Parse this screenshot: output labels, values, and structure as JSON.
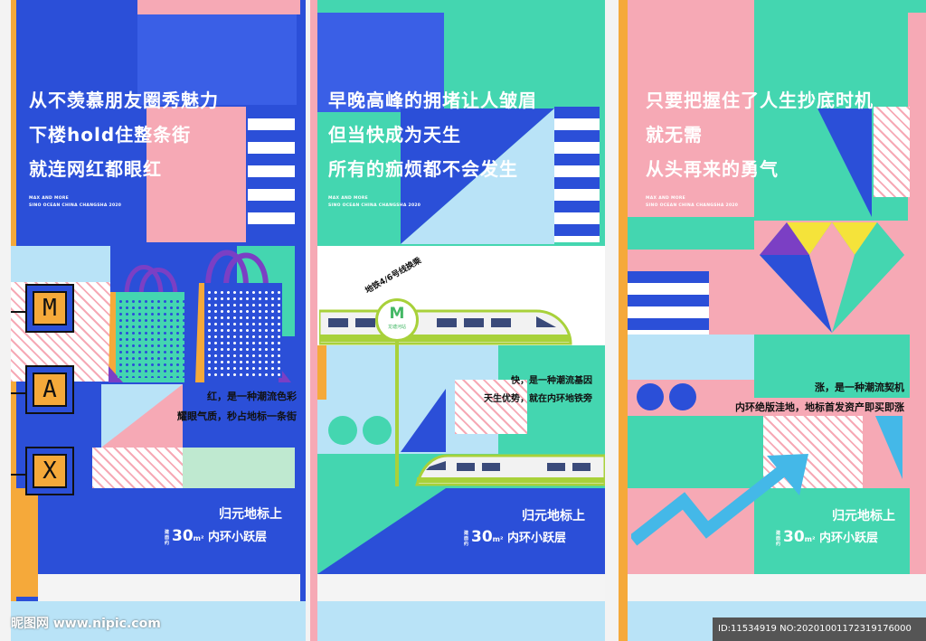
{
  "posters": [
    {
      "headline": [
        "从不羡慕朋友圈秀魅力",
        "下楼hold住整条街",
        "就连网红都眼红"
      ],
      "tagline": [
        "MAX AND MORE",
        "SINO OCEAN CHINA CHANGSHA 2020"
      ],
      "letters": [
        "M",
        "A",
        "X"
      ],
      "copy": [
        "红，是一种潮流色彩",
        "耀眼气质，秒占地标一条街"
      ],
      "footer_title": "归元地标上",
      "footer_pre": "建面约",
      "footer_num": "30",
      "footer_unit": "m²",
      "footer_suffix": "内环小跃层"
    },
    {
      "headline": [
        "早晚高峰的拥堵让人皱眉",
        "但当快成为天生",
        "所有的痂烦都不会发生"
      ],
      "tagline": [
        "MAX AND MORE",
        "SINO OCEAN CHINA CHANGSHA 2020"
      ],
      "metro_arc": "地铁4/6号线换乘",
      "metro_letter": "M",
      "metro_station": "龙塘河站",
      "copy": [
        "快，是一种潮流基因",
        "天生优势，就在内环地铁旁"
      ],
      "footer_title": "归元地标上",
      "footer_pre": "建面约",
      "footer_num": "30",
      "footer_unit": "m²",
      "footer_suffix": "内环小跃层"
    },
    {
      "headline": [
        "只要把握住了人生抄底时机",
        "就无需",
        "从头再来的勇气"
      ],
      "tagline": [
        "MAX AND MORE",
        "SINO OCEAN CHINA CHANGSHA 2020"
      ],
      "copy": [
        "涨，是一种潮流契机",
        "内环绝版洼地，地标首发资产即买即涨"
      ],
      "footer_title": "归元地标上",
      "footer_pre": "建面约",
      "footer_num": "30",
      "footer_unit": "m²",
      "footer_suffix": "内环小跃层"
    }
  ],
  "watermark": "昵图网 www.nipic.com",
  "id_line": "ID:11534919 NO:20201001172319176000",
  "colors": {
    "blue": "#2b4fd8",
    "teal": "#44d6b0",
    "pink": "#f6a9b5",
    "yellow": "#f5a93a",
    "lime": "#a8d13a",
    "sky": "#b9e3f7"
  }
}
